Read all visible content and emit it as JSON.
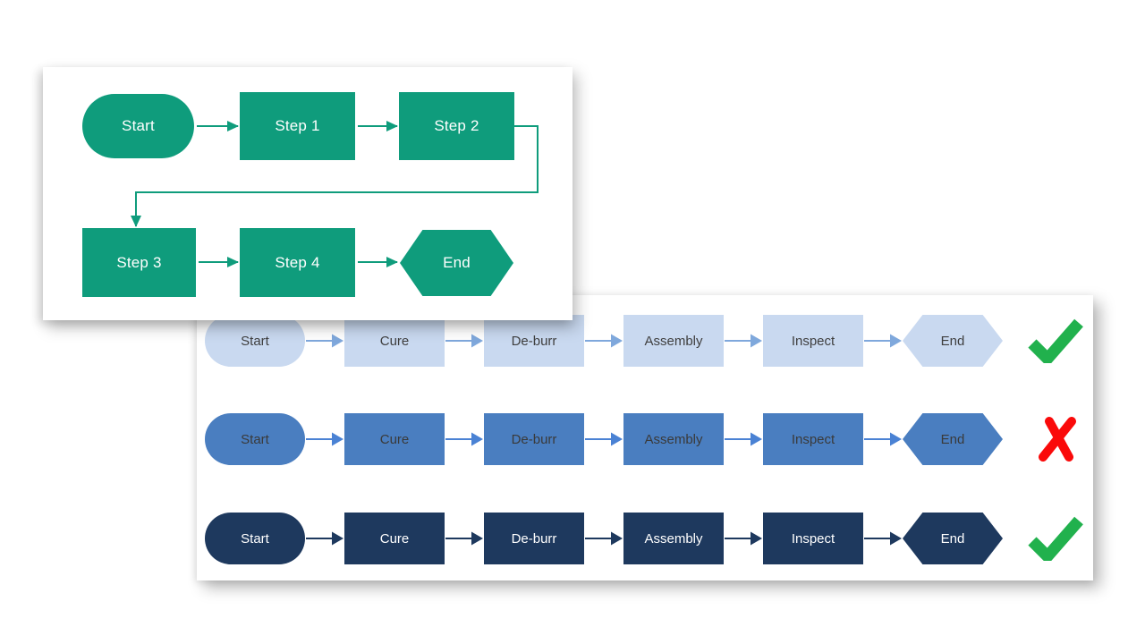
{
  "page": {
    "background": "#FFFFFF"
  },
  "green_flowchart": {
    "accent_color": "#0F9C7C",
    "text_color": "#FFFFFF",
    "nodes": [
      {
        "label": "Start",
        "shape": "stadium"
      },
      {
        "label": "Step 1",
        "shape": "rect"
      },
      {
        "label": "Step 2",
        "shape": "rect"
      },
      {
        "label": "Step 3",
        "shape": "rect"
      },
      {
        "label": "Step 4",
        "shape": "rect"
      },
      {
        "label": "End",
        "shape": "hexagon"
      }
    ]
  },
  "comparison": {
    "stages": [
      "Start",
      "Cure",
      "De-burr",
      "Assembly",
      "Inspect",
      "End"
    ],
    "rows": [
      {
        "variant": "light-blue",
        "fill": "#C9D9F0",
        "arrow_color": "#7FA8DC",
        "text_color": "#3F3F3F",
        "verdict": "check"
      },
      {
        "variant": "medium-blue",
        "fill": "#4A7EC0",
        "arrow_color": "#4A82D4",
        "text_color": "#3A3A3A",
        "verdict": "cross"
      },
      {
        "variant": "dark-navy",
        "fill": "#1E395E",
        "arrow_color": "#1E395E",
        "text_color": "#FFFFFF",
        "verdict": "check"
      }
    ],
    "verdict_colors": {
      "check": "#21B14D",
      "cross": "#FA0A0A"
    }
  }
}
